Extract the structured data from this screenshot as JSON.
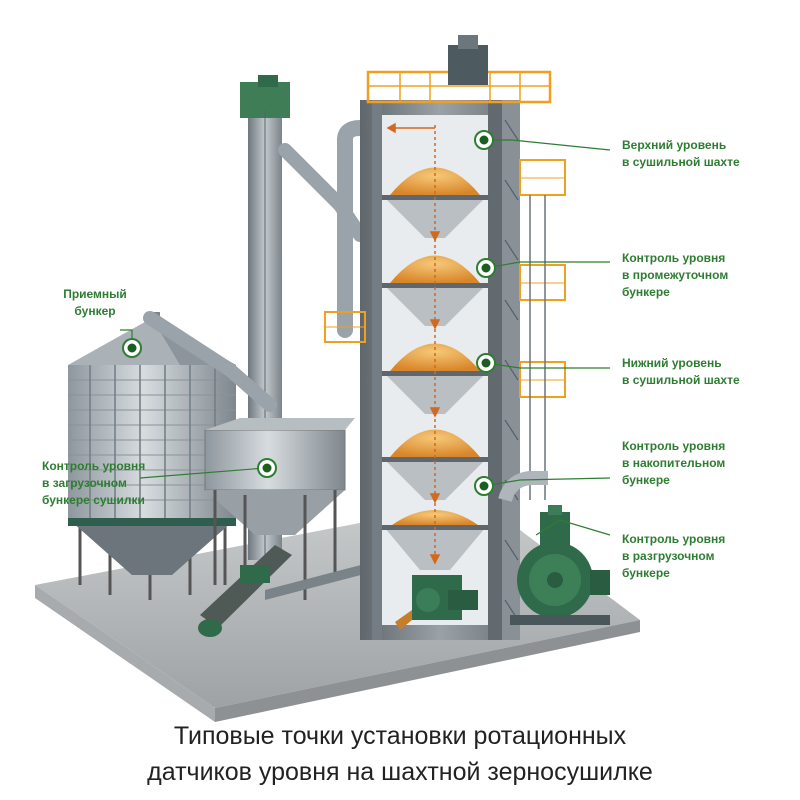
{
  "callouts": {
    "priemny_bunker": {
      "line1": "Приемный",
      "line2": "бункер"
    },
    "zagruzochny": {
      "line1": "Контроль уровня",
      "line2": "в загрузочном",
      "line3": "бункере сушилки"
    },
    "verkhny": {
      "line1": "Верхний уровень",
      "line2": "в сушильной шахте"
    },
    "promezhutochny": {
      "line1": "Контроль уровня",
      "line2": "в промежуточном",
      "line3": "бункере"
    },
    "nizhny": {
      "line1": "Нижний уровень",
      "line2": "в сушильной шахте"
    },
    "nakopitelny": {
      "line1": "Контроль уровня",
      "line2": "в накопительном",
      "line3": "бункере"
    },
    "razgruzochny": {
      "line1": "Контроль уровня",
      "line2": "в разгрузочном",
      "line3": "бункере"
    }
  },
  "caption": {
    "line1": "Типовые точки установки ротационных",
    "line2": "датчиков уровня на шахтной зерносушилке"
  },
  "colors": {
    "accent": "#2e7d32",
    "grain": "#e59a3a",
    "steel": "#8c959c",
    "orange_rail": "#f0a020",
    "machine_green": "#2f6b4a"
  },
  "icons": [
    "sensor-marker-icon",
    "flow-arrow-icon"
  ]
}
